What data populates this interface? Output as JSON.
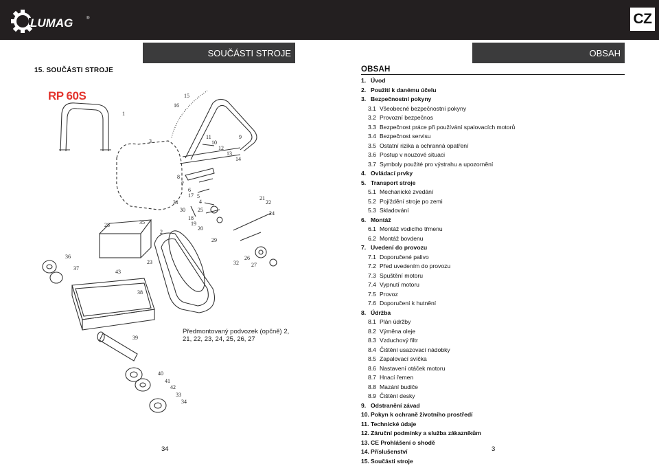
{
  "brand": {
    "logo_text": "LUMAG",
    "registered": "®"
  },
  "lang_badge": "CZ",
  "left_header": "SOUČÁSTI STROJE",
  "right_header": "OBSAH",
  "section_title": "15. SOUČÁSTI STROJE",
  "model": "RP 60S",
  "diagram_callouts": [
    "1",
    "2",
    "3",
    "4",
    "5",
    "6",
    "7",
    "8",
    "9",
    "10",
    "11",
    "12",
    "13",
    "14",
    "15",
    "16",
    "17",
    "18",
    "19",
    "20",
    "21",
    "22",
    "23",
    "24",
    "25",
    "26",
    "27",
    "28",
    "29",
    "30",
    "31",
    "32",
    "33",
    "34",
    "35",
    "36",
    "37",
    "38",
    "39",
    "40",
    "41",
    "42",
    "43"
  ],
  "note": "Předmontovaný podvozek (opčně) 2, 21, 22, 23, 24, 25, 26, 27",
  "page_left": "34",
  "page_right": "3",
  "toc": {
    "title": "OBSAH",
    "items": [
      {
        "num": "1.",
        "text": "Úvod",
        "level": 1
      },
      {
        "num": "2.",
        "text": "Použití k danému účelu",
        "level": 1
      },
      {
        "num": "3.",
        "text": "Bezpečnostní pokyny",
        "level": 1
      },
      {
        "num": "3.1",
        "text": "Všeobecné bezpečnostní pokyny",
        "level": 2
      },
      {
        "num": "3.2",
        "text": "Provozní bezpečnos",
        "level": 2
      },
      {
        "num": "3.3",
        "text": "Bezpečnost práce při používání spalovacích motorů",
        "level": 2
      },
      {
        "num": "3.4",
        "text": "Bezpečnost servisu",
        "level": 2
      },
      {
        "num": "3.5",
        "text": "Ostatní rizika a ochranná opatření",
        "level": 2
      },
      {
        "num": "3.6",
        "text": "Postup v nouzové situaci",
        "level": 2
      },
      {
        "num": "3.7",
        "text": "Symboly použité pro výstrahu a upozornění",
        "level": 2
      },
      {
        "num": "4.",
        "text": "Ovládací prvky",
        "level": 1
      },
      {
        "num": "5.",
        "text": "Transport stroje",
        "level": 1
      },
      {
        "num": "5.1",
        "text": "Mechanické zvedání",
        "level": 2
      },
      {
        "num": "5.2",
        "text": "Pojíždění stroje po zemi",
        "level": 2
      },
      {
        "num": "5.3",
        "text": "Skladování",
        "level": 2
      },
      {
        "num": "6.",
        "text": "Montáž",
        "level": 1
      },
      {
        "num": "6.1",
        "text": "Montáž vodicího třmenu",
        "level": 2
      },
      {
        "num": "6.2",
        "text": "Montáž bovdenu",
        "level": 2
      },
      {
        "num": "7.",
        "text": "Uvedení do provozu",
        "level": 1
      },
      {
        "num": "7.1",
        "text": "Doporučené palivo",
        "level": 2
      },
      {
        "num": "7.2",
        "text": "Před uvedením do provozu",
        "level": 2
      },
      {
        "num": "7.3",
        "text": "Spuštění motoru",
        "level": 2
      },
      {
        "num": "7.4",
        "text": "Vypnutí motoru",
        "level": 2
      },
      {
        "num": "7.5",
        "text": "Provoz",
        "level": 2
      },
      {
        "num": "7.6",
        "text": "Doporučení k hutnění",
        "level": 2
      },
      {
        "num": "8.",
        "text": "Údržba",
        "level": 1
      },
      {
        "num": "8.1",
        "text": "Plán údržby",
        "level": 2
      },
      {
        "num": "8.2",
        "text": "Výměna oleje",
        "level": 2
      },
      {
        "num": "8.3",
        "text": "Vzduchový filtr",
        "level": 2
      },
      {
        "num": "8.4",
        "text": "Čištění usazovací nádobky",
        "level": 2
      },
      {
        "num": "8.5",
        "text": "Zapalovací svíčka",
        "level": 2
      },
      {
        "num": "8.6",
        "text": "Nastavení otáček motoru",
        "level": 2
      },
      {
        "num": "8.7",
        "text": "Hnací řemen",
        "level": 2
      },
      {
        "num": "8.8",
        "text": "Mazání budiče",
        "level": 2
      },
      {
        "num": "8.9",
        "text": "Čištění desky",
        "level": 2
      },
      {
        "num": "9.",
        "text": "Odstranění závad",
        "level": 1
      },
      {
        "num": "10.",
        "text": "Pokyn k ochraně životního prostředí",
        "level": 1
      },
      {
        "num": "11.",
        "text": "Technické údaje",
        "level": 1
      },
      {
        "num": "12.",
        "text": "Záruční podmínky a služba zákazníkům",
        "level": 1
      },
      {
        "num": "13.",
        "text": "CE Prohlášení o shodě",
        "level": 1
      },
      {
        "num": "14.",
        "text": "Příslušenství",
        "level": 1
      },
      {
        "num": "15.",
        "text": "Součásti stroje",
        "level": 1
      }
    ]
  }
}
